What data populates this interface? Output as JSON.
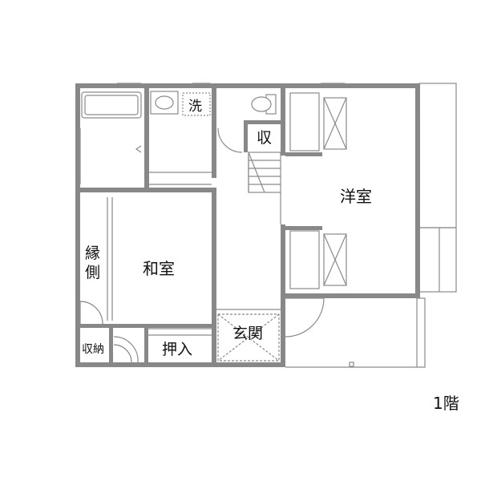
{
  "floor_label": "1階",
  "rooms": {
    "washroom": "洗",
    "storage_upper": "収",
    "western_room": "洋室",
    "japanese_room": "和室",
    "veranda_line1": "縁",
    "veranda_line2": "側",
    "storage_closet": "収納",
    "oshiire": "押入",
    "entrance": "玄関"
  },
  "colors": {
    "wall": "#888888",
    "line": "#8a8a8a",
    "text": "#111111"
  }
}
